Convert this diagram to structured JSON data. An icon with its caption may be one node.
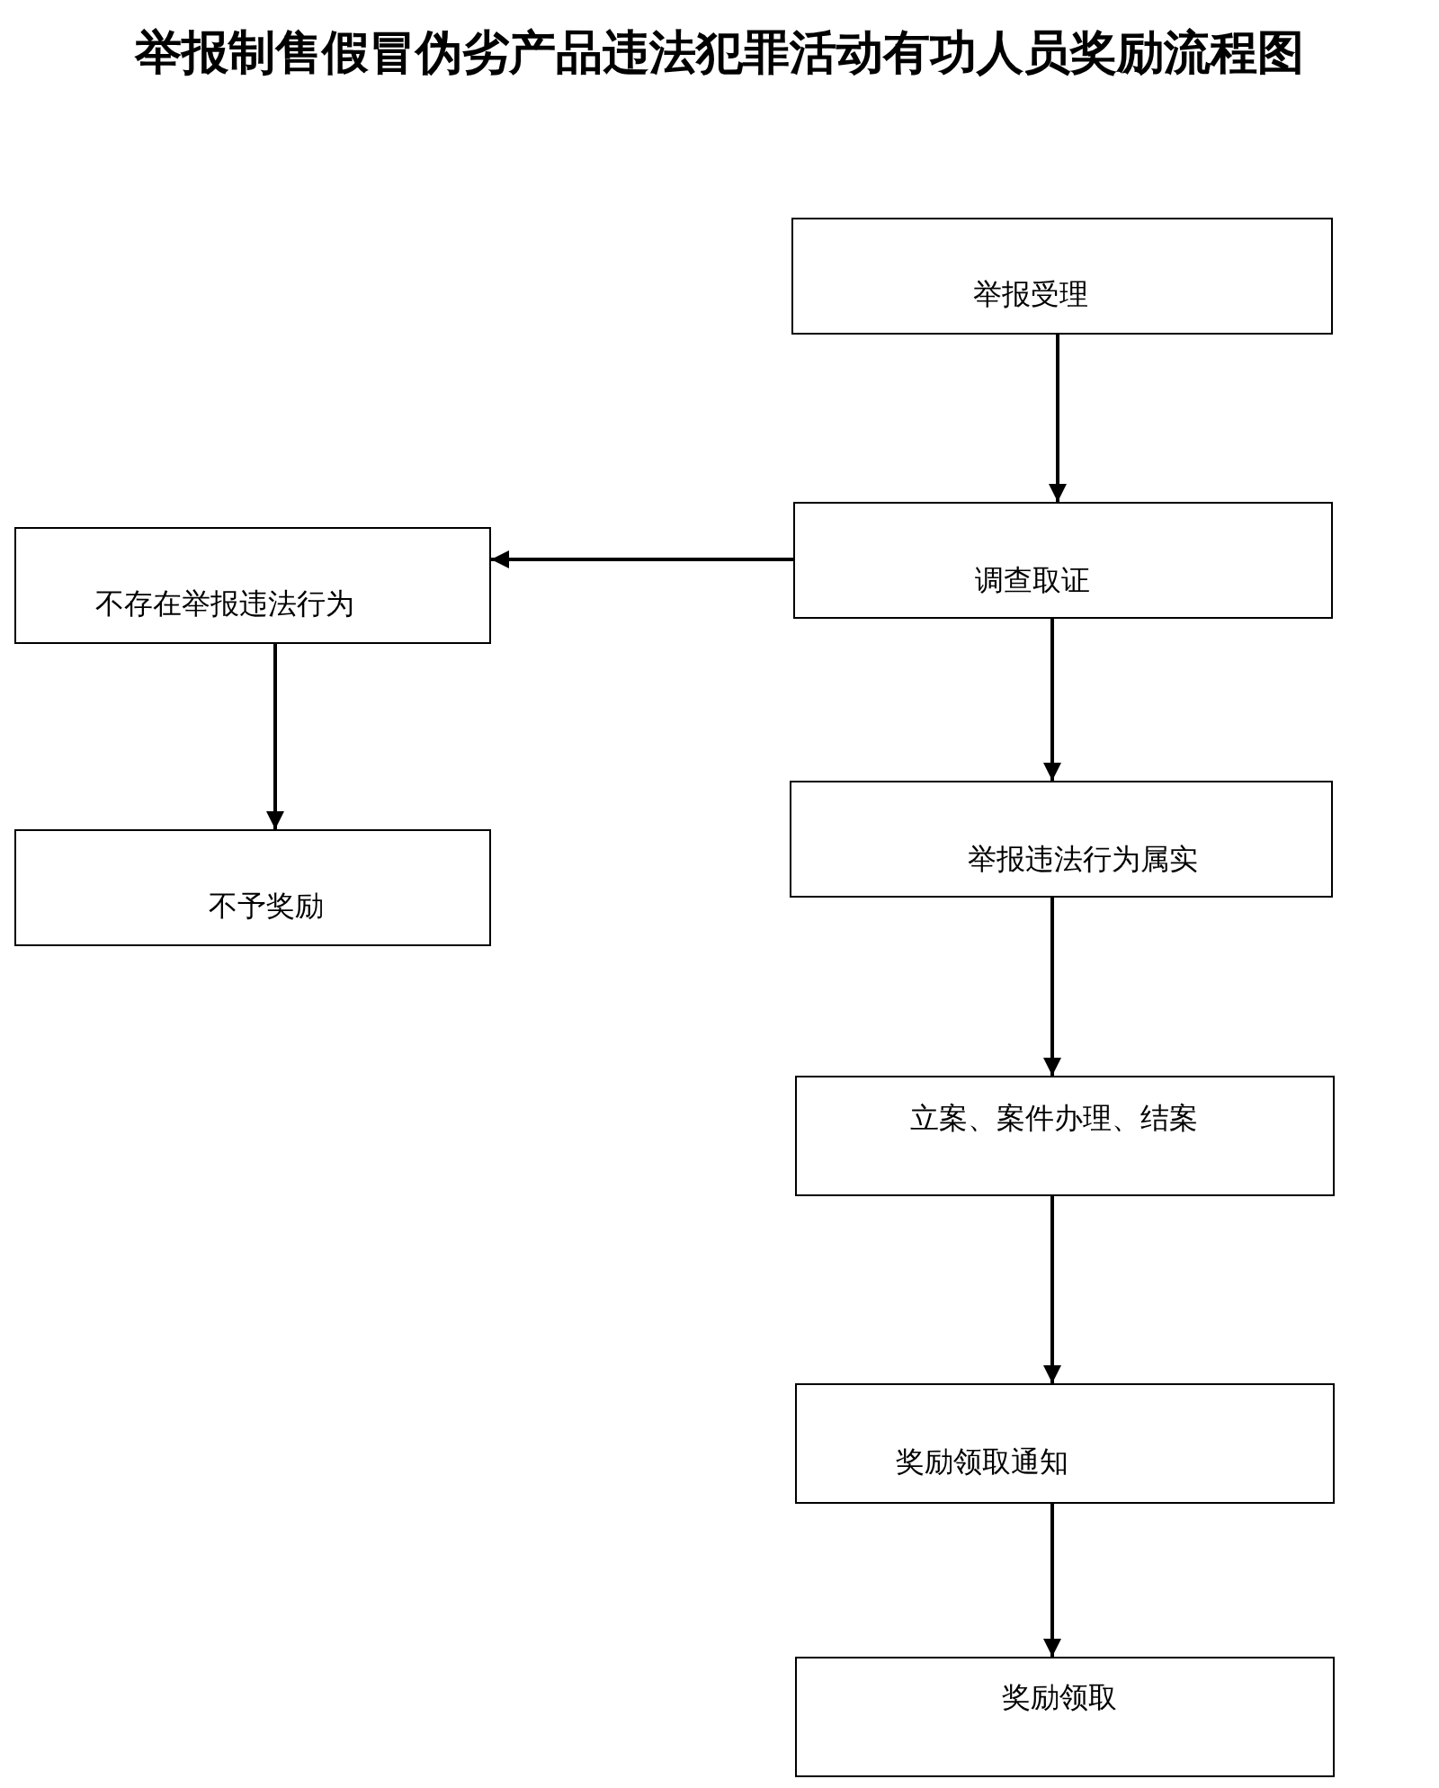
{
  "diagram": {
    "title": "举报制售假冒伪劣产品违法犯罪活动有功人员奖励流程图",
    "nodes": [
      {
        "text": [
          "举报受理"
        ]
      },
      {
        "text": [
          "调查取证"
        ]
      },
      {
        "text": [
          "不存在举报违法行为"
        ]
      },
      {
        "text": [
          "不予奖励"
        ]
      },
      {
        "text": [
          "举报违法行为属实"
        ]
      },
      {
        "text": [
          "立案、案件办理、结案"
        ]
      },
      {
        "text": [
          "奖励领取通知"
        ]
      },
      {
        "text": [
          "奖励领取"
        ]
      }
    ],
    "edges": [
      {
        "from": 0,
        "to": 1,
        "arrow": "to"
      },
      {
        "from": 1,
        "to": 2,
        "arrow": "to"
      },
      {
        "from": 2,
        "to": 3,
        "arrow": "to"
      },
      {
        "from": 1,
        "to": 4,
        "arrow": "to"
      },
      {
        "from": 4,
        "to": 5,
        "arrow": "to"
      },
      {
        "from": 5,
        "to": 6,
        "arrow": "to"
      },
      {
        "from": 6,
        "to": 7,
        "arrow": "to"
      }
    ]
  }
}
